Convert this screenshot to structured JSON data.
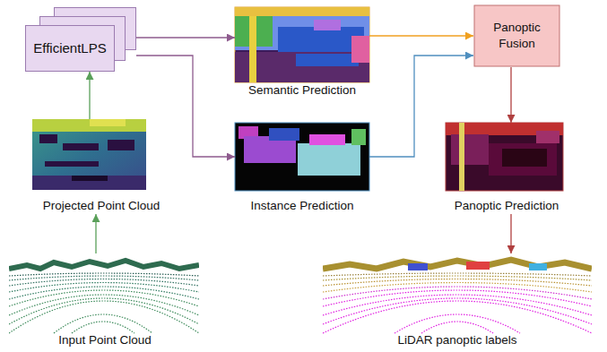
{
  "diagram": {
    "nodes": [
      {
        "text": [
          "EfficientLPS"
        ]
      },
      {
        "text": [
          "Semantic Prediction"
        ]
      },
      {
        "text": [
          "Panoptic Fusion"
        ]
      },
      {
        "text": [
          "Projected Point Cloud"
        ]
      },
      {
        "text": [
          "Instance Prediction"
        ]
      },
      {
        "text": [
          "Panoptic Prediction"
        ]
      },
      {
        "text": [
          "Input Point Cloud"
        ]
      },
      {
        "text": [
          "LiDAR panoptic labels"
        ]
      }
    ],
    "edges": [
      {
        "from": 6,
        "to": 3,
        "arrow": "to"
      },
      {
        "from": 3,
        "to": 0,
        "arrow": "to"
      },
      {
        "from": 0,
        "to": 1,
        "arrow": "to"
      },
      {
        "from": 0,
        "to": 4,
        "arrow": "to"
      },
      {
        "from": 1,
        "to": 2,
        "arrow": "to"
      },
      {
        "from": 4,
        "to": 2,
        "arrow": "to"
      },
      {
        "from": 2,
        "to": 5,
        "arrow": "to"
      },
      {
        "from": 5,
        "to": 7,
        "arrow": "to"
      }
    ]
  }
}
